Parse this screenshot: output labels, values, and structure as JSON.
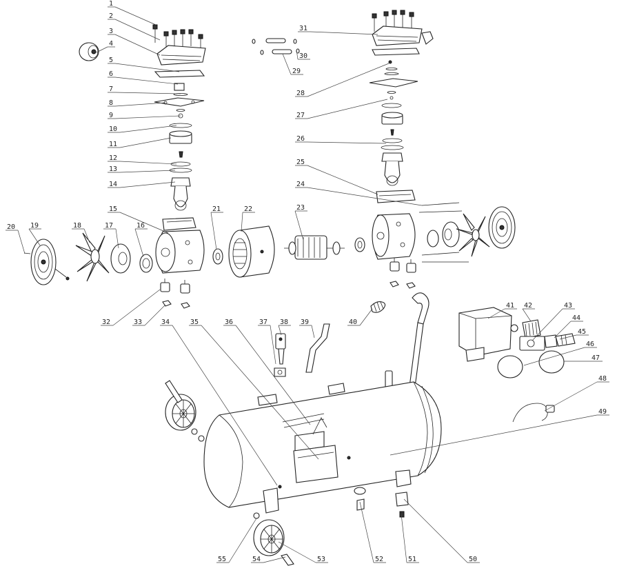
{
  "diagram": {
    "line_color": "#222222",
    "background": "#ffffff",
    "callouts": [
      "1",
      "2",
      "3",
      "4",
      "5",
      "6",
      "7",
      "8",
      "9",
      "10",
      "11",
      "12",
      "13",
      "14",
      "15",
      "16",
      "17",
      "18",
      "19",
      "20",
      "21",
      "22",
      "23",
      "24",
      "25",
      "26",
      "27",
      "28",
      "29",
      "30",
      "31",
      "32",
      "33",
      "34",
      "35",
      "36",
      "37",
      "38",
      "39",
      "40",
      "41",
      "42",
      "43",
      "44",
      "45",
      "46",
      "47",
      "48",
      "49",
      "50",
      "51",
      "52",
      "53",
      "54",
      "55"
    ]
  }
}
